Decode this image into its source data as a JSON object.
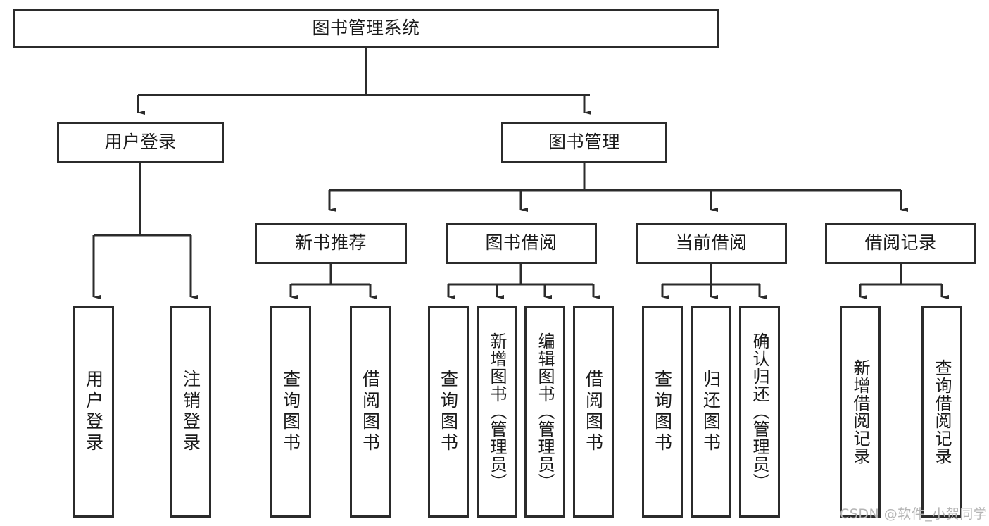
{
  "diagram": {
    "title": "图书管理系统",
    "watermark": "CSDN @软件_小贺同学",
    "line_color": "#2b2b2b",
    "box_fill": "#ffffff",
    "text_color": "#1a1a1a",
    "root": {
      "label": "图书管理系统"
    },
    "tier2": [
      {
        "label": "用户登录"
      },
      {
        "label": "图书管理"
      }
    ],
    "tier3": [
      {
        "label": "新书推荐"
      },
      {
        "label": "图书借阅"
      },
      {
        "label": "当前借阅"
      },
      {
        "label": "借阅记录"
      }
    ],
    "leaves": [
      {
        "label": "用户登录",
        "parent": "用户登录"
      },
      {
        "label": "注销登录",
        "parent": "用户登录"
      },
      {
        "label": "查询图书",
        "parent": "新书推荐"
      },
      {
        "label": "借阅图书",
        "parent": "新书推荐"
      },
      {
        "label": "查询图书",
        "parent": "图书借阅"
      },
      {
        "label": "新增图书（管理员）",
        "parent": "图书借阅"
      },
      {
        "label": "编辑图书（管理员）",
        "parent": "图书借阅"
      },
      {
        "label": "借阅图书",
        "parent": "图书借阅"
      },
      {
        "label": "查询图书",
        "parent": "当前借阅"
      },
      {
        "label": "归还图书",
        "parent": "当前借阅"
      },
      {
        "label": "确认归还（管理员）",
        "parent": "当前借阅"
      },
      {
        "label": "新增借阅记录",
        "parent": "借阅记录"
      },
      {
        "label": "查询借阅记录",
        "parent": "借阅记录"
      }
    ]
  }
}
